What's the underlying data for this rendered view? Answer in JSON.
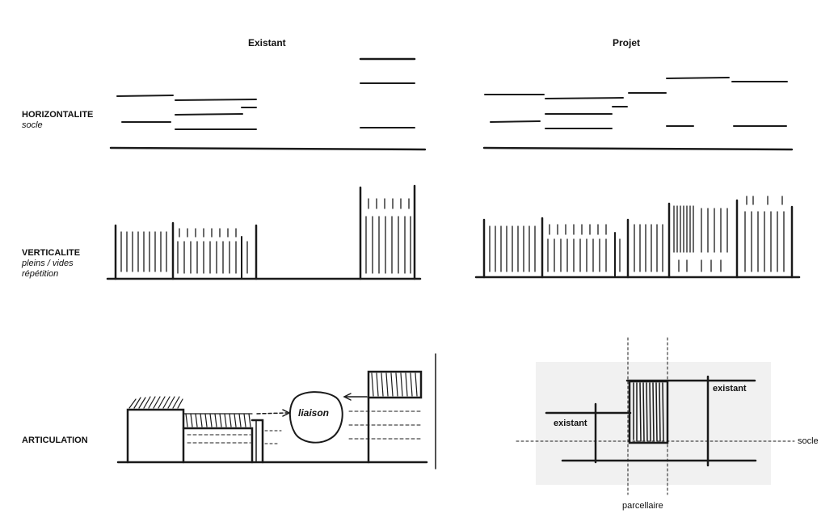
{
  "columns": {
    "left": "Existant",
    "right": "Projet"
  },
  "rows": {
    "horizontalite": {
      "title": "HORIZONTALITE",
      "subtitle_1": "socle",
      "subtitle_2": ""
    },
    "verticalite": {
      "title": "VERTICALITE",
      "subtitle_1": "pleins / vides",
      "subtitle_2": "répétition"
    },
    "articulation": {
      "title": "ARTICULATION",
      "subtitle_1": "",
      "subtitle_2": ""
    }
  },
  "sketch_annotations": {
    "bubble": "liaison",
    "existant_1": "existant",
    "existant_2": "existant",
    "socle": "socle",
    "parcellaire": "parcellaire"
  },
  "colors": {
    "ink": "#1a1a1a",
    "photo_background": "#f1f1f1"
  }
}
